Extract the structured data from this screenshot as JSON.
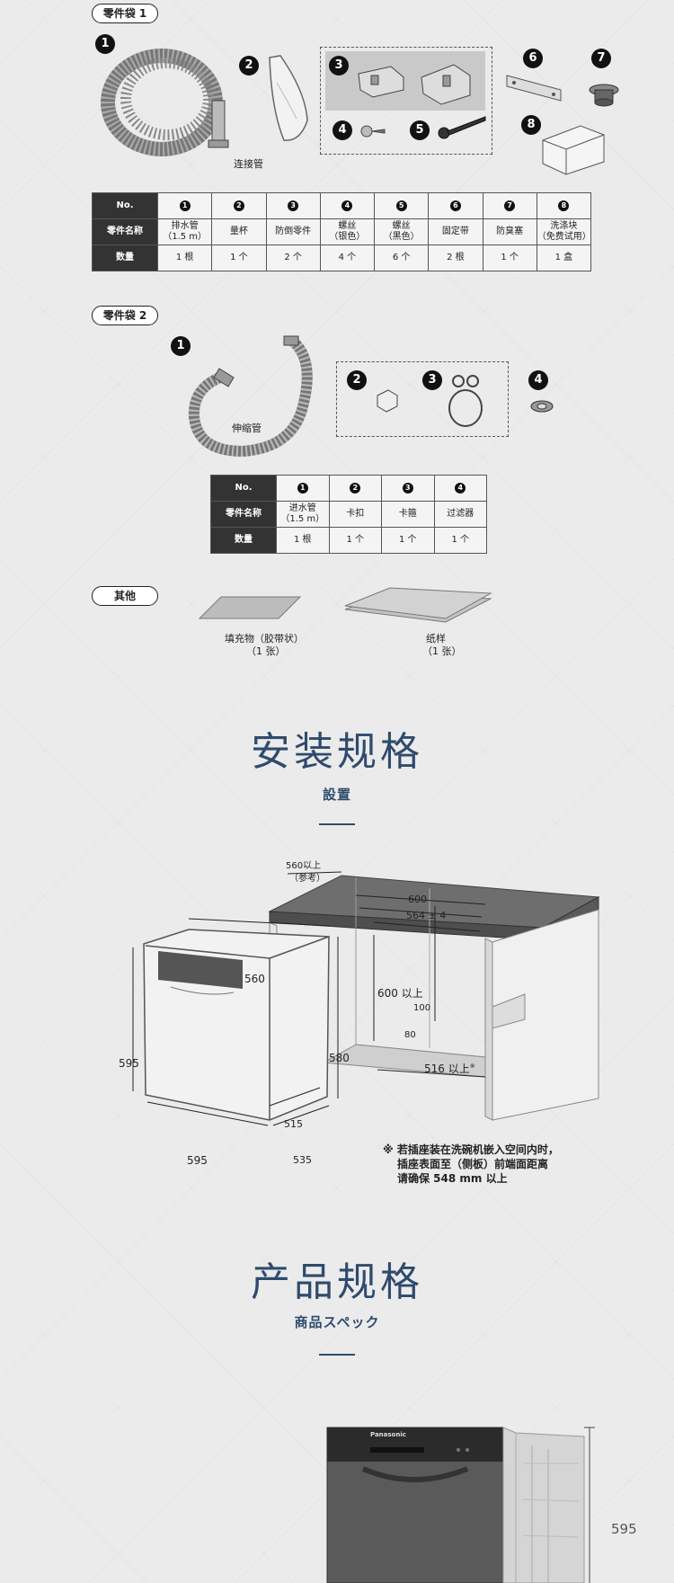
{
  "bag1": {
    "title": "零件袋 1",
    "callout": "连接管",
    "header_no": "No.",
    "header_name": "零件名称",
    "header_qty": "数量",
    "items": [
      {
        "no": "1",
        "name1": "排水管",
        "name2": "（1.5 m）",
        "qty": "1 根"
      },
      {
        "no": "2",
        "name1": "量杯",
        "name2": "",
        "qty": "1 个"
      },
      {
        "no": "3",
        "name1": "防倒零件",
        "name2": "",
        "qty": "2 个"
      },
      {
        "no": "4",
        "name1": "螺丝",
        "name2": "（银色）",
        "qty": "4 个"
      },
      {
        "no": "5",
        "name1": "螺丝",
        "name2": "（黑色）",
        "qty": "6 个"
      },
      {
        "no": "6",
        "name1": "固定带",
        "name2": "",
        "qty": "2 根"
      },
      {
        "no": "7",
        "name1": "防臭塞",
        "name2": "",
        "qty": "1 个"
      },
      {
        "no": "8",
        "name1": "洗涤块",
        "name2": "（免费试用）",
        "qty": "1 盒"
      }
    ]
  },
  "bag2": {
    "title": "零件袋 2",
    "callout": "伸缩管",
    "header_no": "No.",
    "header_name": "零件名称",
    "header_qty": "数量",
    "items": [
      {
        "no": "1",
        "name1": "进水管",
        "name2": "（1.5 m）",
        "qty": "1 根"
      },
      {
        "no": "2",
        "name1": "卡扣",
        "name2": "",
        "qty": "1 个"
      },
      {
        "no": "3",
        "name1": "卡箍",
        "name2": "",
        "qty": "1 个"
      },
      {
        "no": "4",
        "name1": "过滤器",
        "name2": "",
        "qty": "1 个"
      }
    ]
  },
  "other": {
    "title": "其他",
    "item1_name": "填充物（胶带状）",
    "item1_qty": "（1 张）",
    "item2_name": "纸样",
    "item2_qty": "（1 张）"
  },
  "install": {
    "title": "安装规格",
    "subtitle": "設置",
    "dims": {
      "depth_ref1": "560以上",
      "depth_ref2": "（参考）",
      "w600": "600",
      "w564": "564 ± 4",
      "h600": "600 以上",
      "d100": "100",
      "d80": "80",
      "d516": "516 以上",
      "d516_mark": "※",
      "u560": "560",
      "u595h": "595",
      "u580": "580",
      "u515": "515",
      "u595w": "595",
      "u535": "535"
    },
    "note1": "※ 若插座装在洗碗机嵌入空间内时，",
    "note2": "插座表面至（侧板）前端面距离",
    "note3": "请确保 548 mm 以上"
  },
  "product": {
    "title": "产品规格",
    "subtitle": "商品スペック",
    "brand": "Panasonic",
    "height": "595"
  }
}
